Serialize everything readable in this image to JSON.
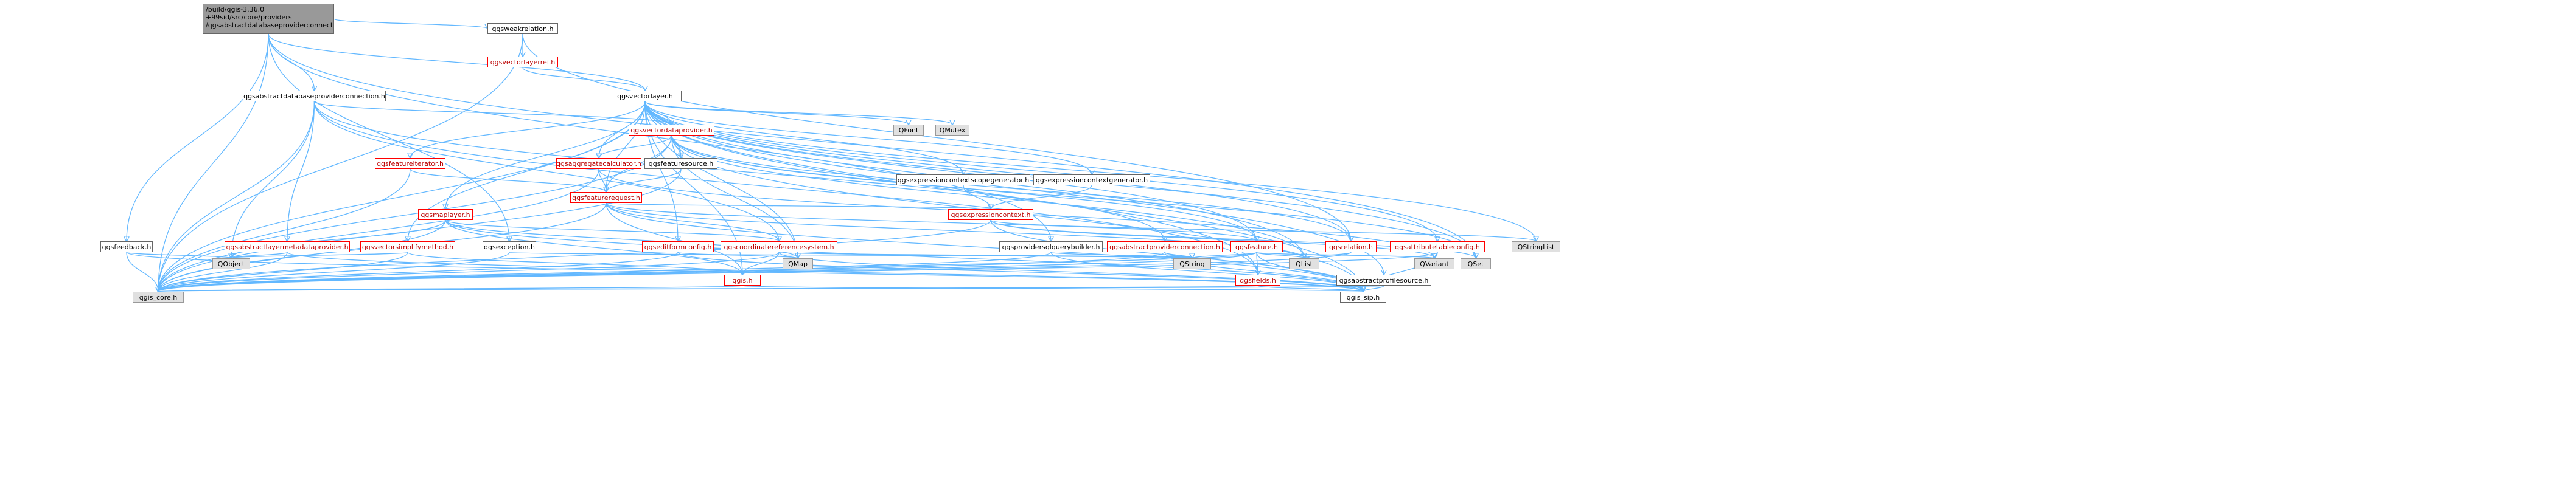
{
  "root": {
    "lines": [
      "/build/qgis-3.36.0",
      "+99sid/src/core/providers",
      "/qgsabstractdatabaseproviderconnection.cpp"
    ]
  },
  "nodes": {
    "qgsweakrelation": "qgsweakrelation.h",
    "qgsvectorlayerref": "qgsvectorlayerref.h",
    "qgsvectorlayer": "qgsvectorlayer.h",
    "qgsabstractdatabaseproviderconnection": "qgsabstractdatabaseproviderconnection.h",
    "qgsvectordataprovider": "qgsvectordataprovider.h",
    "qfont": "QFont",
    "qmutex": "QMutex",
    "qgsfeatureiterator": "qgsfeatureiterator.h",
    "qgsaggregatecalculator": "qgsaggregatecalculator.h",
    "qgsfeaturesource": "qgsfeaturesource.h",
    "qgsexpressioncontextscopegenerator": "qgsexpressioncontextscopegenerator.h",
    "qgsexpressioncontextgenerator": "qgsexpressioncontextgenerator.h",
    "qgsfeaturerequest": "qgsfeaturerequest.h",
    "qgsmaplayer": "qgsmaplayer.h",
    "qgsexpressioncontext": "qgsexpressioncontext.h",
    "qgsfeedback": "qgsfeedback.h",
    "qgsabstractlayermetadataprovider": "qgsabstractlayermetadataprovider.h",
    "qgsvectorsimplifymethod": "qgsvectorsimplifymethod.h",
    "qgsexception": "qgsexception.h",
    "qgseditformconfig": "qgseditformconfig.h",
    "qgscoordinatereferencesystem": "qgscoordinatereferencesystem.h",
    "qgsprovidersqlquerybuilder": "qgsprovidersqlquerybuilder.h",
    "qgsabstractproviderconnection": "qgsabstractproviderconnection.h",
    "qgsfeature": "qgsfeature.h",
    "qgsrelation": "qgsrelation.h",
    "qgsattributetableconfig": "qgsattributetableconfig.h",
    "qstringlist": "QStringList",
    "qgsh": "qgis.h",
    "qgsfields": "qgsfields.h",
    "qgsabstractprofilesource": "qgsabstractprofilesource.h",
    "qobject": "QObject",
    "qmap": "QMap",
    "qstring": "QString",
    "qlist": "QList",
    "qvariant": "QVariant",
    "qset": "QSet",
    "qgis_core": "qgis_core.h",
    "qgis_sip": "qgis_sip.h"
  }
}
